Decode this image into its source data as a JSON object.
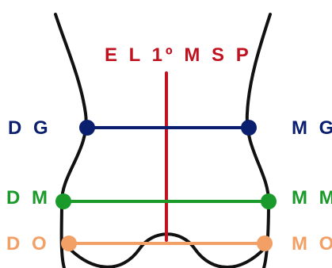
{
  "diagram": {
    "title": "E L 1º M S P",
    "labels": {
      "dg": "D G",
      "mg": "M G",
      "dm": "D M",
      "mm": "M M",
      "do": "D O",
      "mo": "M O"
    }
  },
  "colors": {
    "title": "#c1121f",
    "blue": "#0b1f6f",
    "green": "#1a9a2a",
    "orange": "#f2a066",
    "outline": "#111111"
  }
}
